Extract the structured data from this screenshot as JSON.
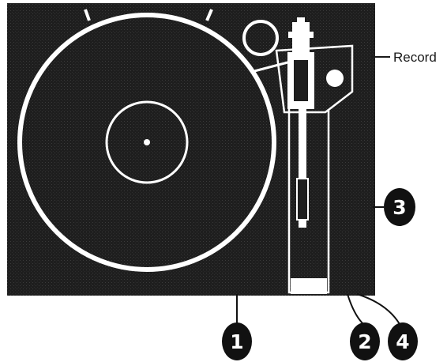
{
  "labels": {
    "record": "Record"
  },
  "callouts": [
    {
      "id": "1",
      "text": "1"
    },
    {
      "id": "2",
      "text": "2"
    },
    {
      "id": "3",
      "text": "3"
    },
    {
      "id": "4",
      "text": "4"
    }
  ],
  "colors": {
    "plinth": "#1e1e1e",
    "line": "#ffffff",
    "ink": "#111111",
    "background": "#ffffff"
  }
}
